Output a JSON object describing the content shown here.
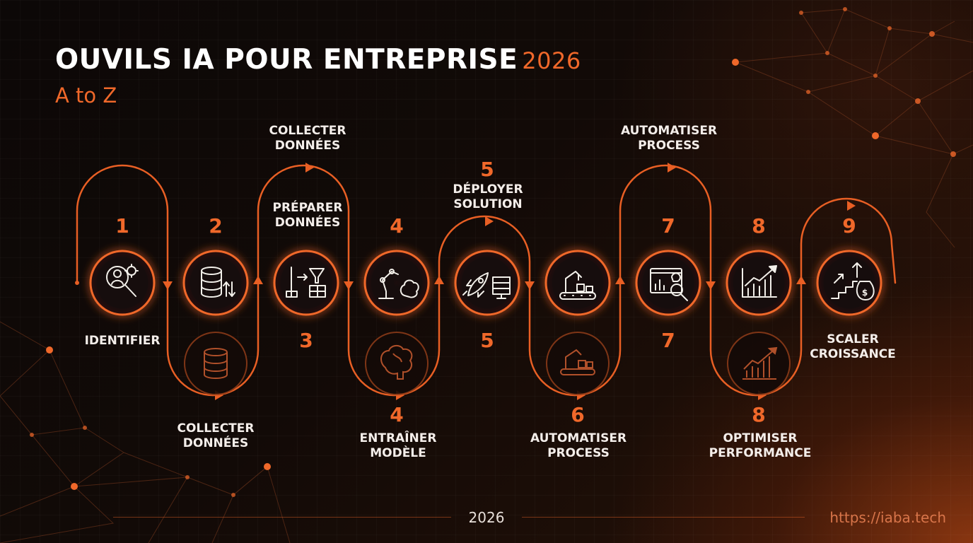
{
  "header": {
    "title": "OUVILS IA POUR ENTREPRISE",
    "title_year": "2026",
    "subtitle": "A to Z"
  },
  "colors": {
    "accent": "#f0682a",
    "background": "#0e0907",
    "text": "#f4eeea"
  },
  "steps": [
    {
      "number": "1",
      "label": "IDENTIFIER",
      "icon": "search-person-gear-icon"
    },
    {
      "number": "2",
      "label": "COLLECTER\nDONNÉES",
      "icon": "database-transfer-icon"
    },
    {
      "number": "3",
      "label": "PRÉPARER\nDONNÉES",
      "icon": "data-preparation-icon"
    },
    {
      "number": "4",
      "label": "ENTRAÎNER\nMODÈLE",
      "icon": "robot-arm-brain-icon"
    },
    {
      "number": "5",
      "label": "DÉPLOYER\nSOLUTION",
      "icon": "rocket-server-icon"
    },
    {
      "number": "6",
      "label": "AUTOMATISER\nPROCESS",
      "icon": "robotic-assembly-icon"
    },
    {
      "number": "7",
      "label": "AUTOMATISER\nPROCESS",
      "icon": "dashboard-analysis-icon"
    },
    {
      "number": "8",
      "label": "OPTIMISER\nPERFORMANCE",
      "icon": "growth-chart-icon"
    },
    {
      "number": "9",
      "label": "SCALER\nCROISSANCE",
      "icon": "stairs-money-growth-icon"
    }
  ],
  "repeated_labels": {
    "top_3": "COLLECTER\nDONNÉES",
    "top_7": "AUTOMATISER\nPROCESS",
    "num_top_5": "5",
    "num_mid_3": "3",
    "num_mid_5": "5",
    "num_mid_7": "7",
    "num_top_7": "7",
    "num_top_8": "8"
  },
  "secondary_icons": [
    "database-icon",
    "brain-icon",
    "robotic-assembly-icon",
    "growth-chart-icon"
  ],
  "footer": {
    "year": "2026",
    "url": "https://iaba.tech"
  }
}
